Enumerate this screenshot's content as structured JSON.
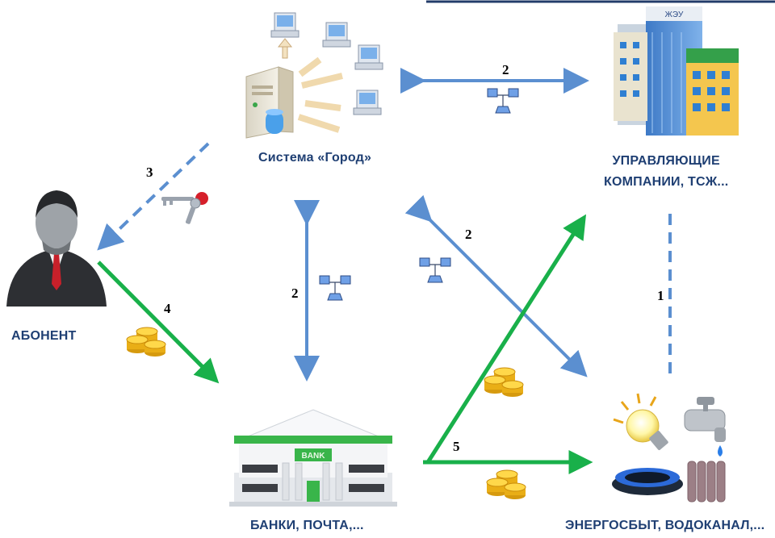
{
  "nodes": {
    "system": {
      "label": "Система «Город»"
    },
    "companies": {
      "label_line1": "УПРАВЛЯЮЩИЕ",
      "label_line2": "КОМПАНИИ, ТСЖ..."
    },
    "subscriber": {
      "label": "АБОНЕНТ"
    },
    "banks": {
      "label": "БАНКИ, ПОЧТА,..."
    },
    "utilities": {
      "label": "ЭНЕРГОСБЫТ, ВОДОКАНАЛ,..."
    },
    "building_sign": "ЖЭУ",
    "bank_sign": "BANK"
  },
  "steps": {
    "s1": "1",
    "s2a": "2",
    "s2b": "2",
    "s2c": "2",
    "s3": "3",
    "s4": "4",
    "s5": "5"
  },
  "colors": {
    "blue_arrow": "#5b8fd0",
    "green_arrow": "#19b04a",
    "label_text": "#1f3f73",
    "coin": "#f2c21b"
  }
}
